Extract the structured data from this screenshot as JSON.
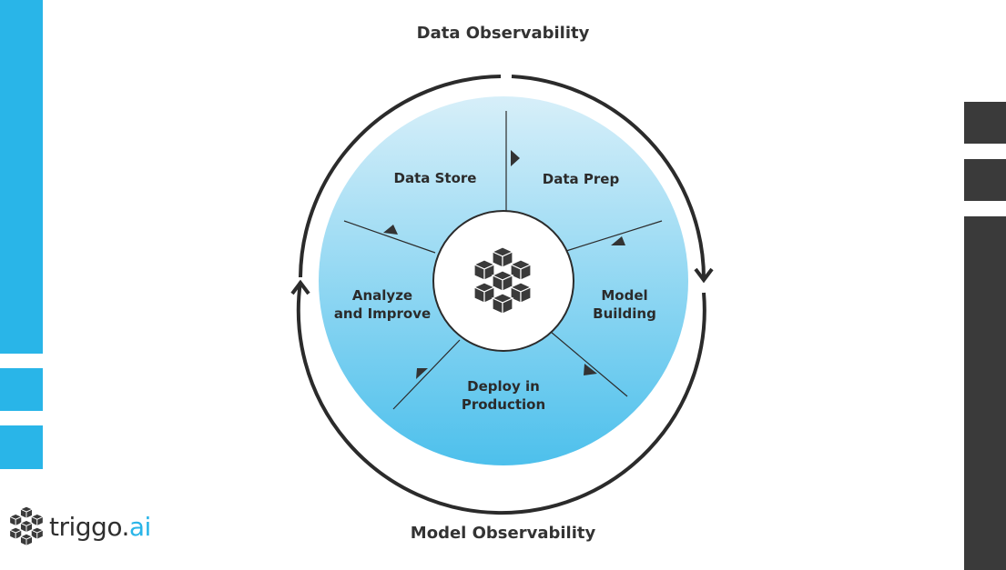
{
  "headings": {
    "top": "Data Observability",
    "bottom": "Model Observability"
  },
  "segments": {
    "data_store": "Data Store",
    "data_prep": "Data Prep",
    "model_building": [
      "Model",
      "Building"
    ],
    "deploy": [
      "Deploy in",
      "Production"
    ],
    "analyze": [
      "Analyze",
      "and Improve"
    ]
  },
  "center_icon": "cube-cluster-icon",
  "logo": {
    "main": "triggo.",
    "accent": "ai",
    "icon": "cube-cluster-icon"
  },
  "colors": {
    "brand_blue": "#29b5e8",
    "dark_gray": "#3a3a3a",
    "circle_gradient_top": "#d7eff9",
    "circle_gradient_bottom": "#4dc0ec"
  }
}
